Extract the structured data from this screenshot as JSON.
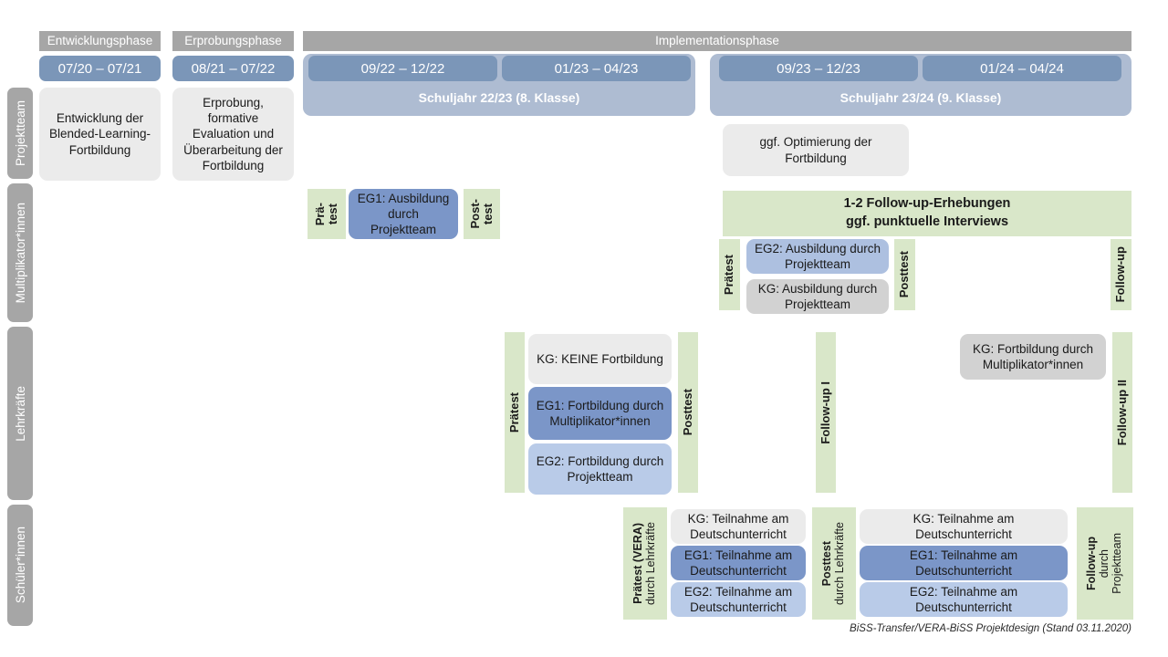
{
  "colors": {
    "phase_header_grey": "#a6a6a6",
    "date_pill_blue": "#7b96b8",
    "schoolyear_blue": "#aebcd2",
    "actor_grey": "#a6a6a6",
    "card_grey": "#ebebeb",
    "card_grey_dark": "#d2d2d2",
    "card_blue_dark": "#7b96c8",
    "card_blue_mid": "#adc0e0",
    "card_blue_light": "#b9cbe8",
    "green_strip": "#d9e7c9"
  },
  "phases": [
    {
      "name": "Entwicklungsphase"
    },
    {
      "name": "Erprobungsphase"
    },
    {
      "name": "Implementationsphase"
    }
  ],
  "dates": [
    {
      "range": "07/20 – 07/21"
    },
    {
      "range": "08/21 – 07/22"
    },
    {
      "range": "09/22 – 12/22"
    },
    {
      "range": "01/23 – 04/23"
    },
    {
      "range": "09/23 – 12/23"
    },
    {
      "range": "01/24 – 04/24"
    }
  ],
  "school_years": [
    {
      "label": "Schuljahr 22/23 (8. Klasse)"
    },
    {
      "label": "Schuljahr 23/24 (9. Klasse)"
    }
  ],
  "actors": [
    {
      "label": "Projektteam"
    },
    {
      "label": "Multiplikator*innen"
    },
    {
      "label": "Lehrkräfte"
    },
    {
      "label": "Schüler*innen"
    }
  ],
  "projektteam_row": {
    "entwicklung": "Entwicklung der Blended-Learning-Fortbildung",
    "erprobung": "Erprobung, formative Evaluation und Überarbeitung der Fortbildung",
    "optimierung": "ggf. Optimierung der Fortbildung"
  },
  "multiplikator_row": {
    "praetest_line1": "Prä-",
    "praetest_line2": "test",
    "posttest_line1": "Post-",
    "posttest_line2": "test",
    "eg1": "EG1: Ausbildung durch Projektteam",
    "followup_band_line1": "1-2 Follow-up-Erhebungen",
    "followup_band_line2": "ggf. punktuelle Interviews",
    "praetest2": "Prätest",
    "posttest2": "Posttest",
    "eg2": "EG2: Ausbildung durch Projektteam",
    "kg": "KG: Ausbildung durch Projektteam",
    "followup": "Follow-up"
  },
  "lehrkraefte_row": {
    "praetest": "Prätest",
    "posttest": "Posttest",
    "kg_keine": "KG:  KEINE Fortbildung",
    "eg1": "EG1: Fortbildung durch Multiplikator*innen",
    "eg2": "EG2: Fortbildung durch Projektteam",
    "followup1": "Follow-up I",
    "followup2": "Follow-up II",
    "kg_fortbildung": "KG: Fortbildung durch Multiplikator*innen"
  },
  "schueler_row": {
    "praetest_bold": "Prätest (VERA)",
    "praetest_sub": "durch Lehrkräfte",
    "posttest_bold": "Posttest",
    "posttest_sub": "durch Lehrkräfte",
    "followup_bold": "Follow-up",
    "followup_sub1": "durch",
    "followup_sub2": "Projektteam",
    "kg": "KG: Teilnahme am Deutschunterricht",
    "eg1": "EG1: Teilnahme am Deutschunterricht",
    "eg2": "EG2: Teilnahme am Deutschunterricht"
  },
  "footer": {
    "note": "BiSS-Transfer/VERA-BiSS Projektdesign (Stand 03.11.2020)"
  }
}
